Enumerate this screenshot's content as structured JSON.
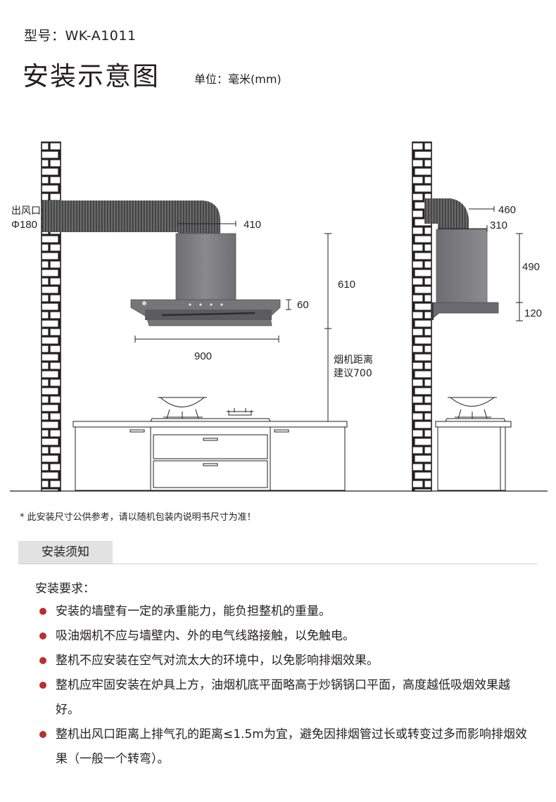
{
  "header": {
    "model": "型号：WK-A1011",
    "title": "安装示意图",
    "unit": "单位：毫米(mm)"
  },
  "diagram": {
    "outlet_label": "出风口",
    "outlet_diameter": "Φ180",
    "front_view": {
      "chimney_width": "410",
      "hood_height": "60",
      "hood_width": "900",
      "total_height": "610",
      "distance_note_1": "烟机距离",
      "distance_note_2": "建议700"
    },
    "side_view": {
      "outlet_depth": "460",
      "chimney_depth": "310",
      "chimney_height": "490",
      "hood_height": "120"
    }
  },
  "note": "* 此安装尺寸公供参考，请以随机包装内说明书尺寸为准！",
  "section_title": "安装须知",
  "requirements_title": "安装要求：",
  "requirements": [
    "安装的墙壁有一定的承重能力，能负担整机的重量。",
    "吸油烟机不应与墙壁内、外的电气线路接触，以免触电。",
    "整机不应安装在空气对流太大的环境中，以免影响排烟效果。",
    "整机应牢固安装在炉具上方，油烟机底平面略高于炒锅锅口平面，高度越低吸烟效果越好。",
    "整机出风口距离上排气孔的距离≤1.5m为宜，避免因排烟管过长或转变过多而影响排烟效果（一般一个转弯）。"
  ],
  "colors": {
    "bullet": "#b8312f",
    "hood_body": "#7c7b80",
    "duct": "#6a6a6a",
    "tab_bg": "#e2e2e2"
  }
}
